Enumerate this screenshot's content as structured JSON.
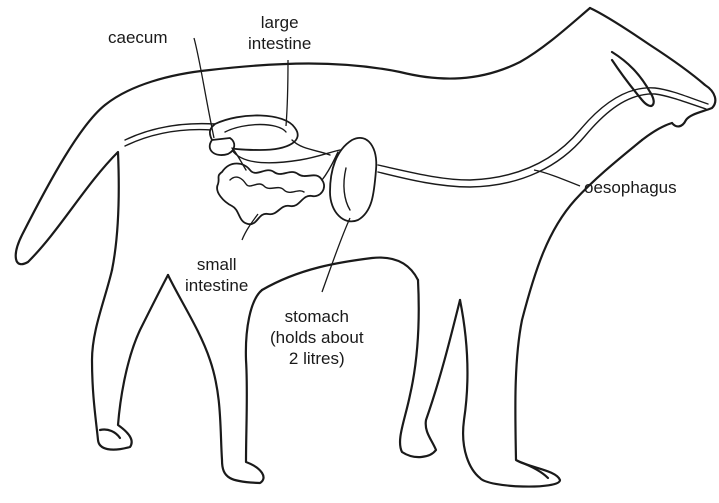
{
  "labels": {
    "caecum": "caecum",
    "large_intestine": [
      "large",
      "intestine"
    ],
    "oesophagus": "oesophagus",
    "small_intestine": [
      "small",
      "intestine"
    ],
    "stomach": [
      "stomach",
      "(holds about",
      "2 litres)"
    ]
  },
  "colors": {
    "ink": "#1a1a1a",
    "background": "#ffffff"
  }
}
